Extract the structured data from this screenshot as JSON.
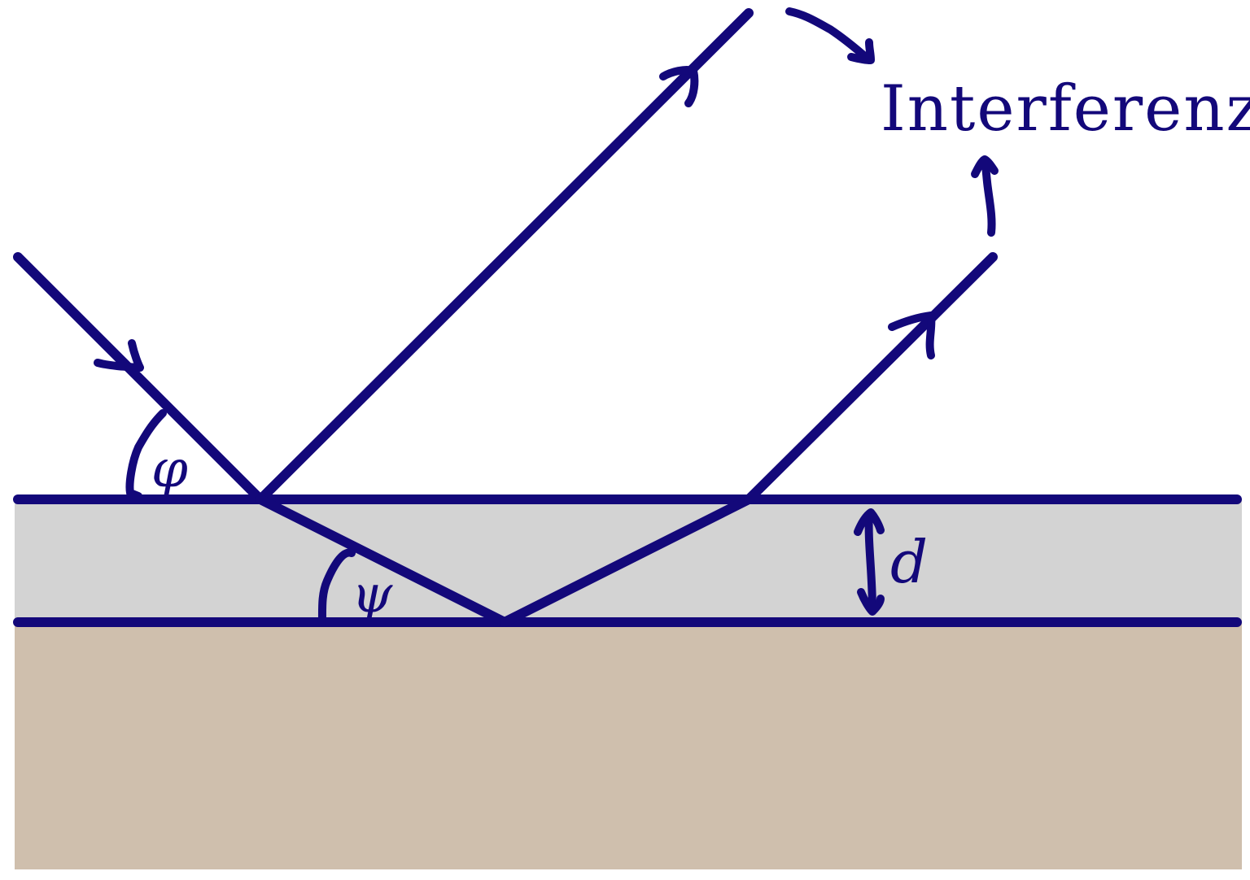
{
  "colors": {
    "ink": "#13087a",
    "film": "#d3d3d3",
    "substrate": "#cfbfad",
    "background": "#ffffff"
  },
  "labels": {
    "incident_angle": "φ",
    "refraction_angle": "ψ",
    "thickness": "d",
    "interference": "Interferenz"
  }
}
